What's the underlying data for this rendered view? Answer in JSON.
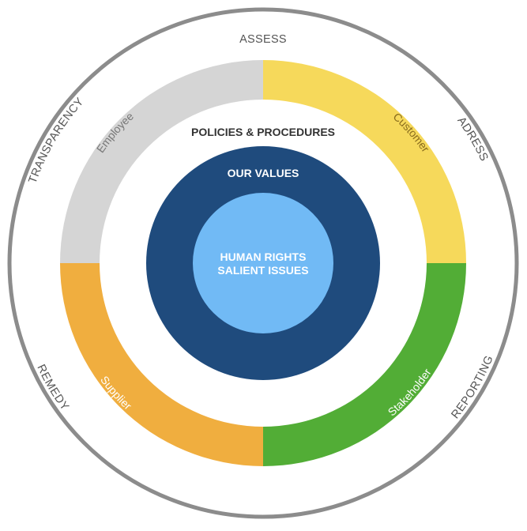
{
  "diagram": {
    "outer_ring_labels": {
      "top": "ASSESS",
      "upper_right": "ADRESS",
      "upper_left": "TRANSPARENCY",
      "lower_right": "REPORTING",
      "lower_left": "REMEDY"
    },
    "segments": {
      "upper_left": {
        "label": "Employee",
        "color": "#d5d5d5",
        "text_color": "#777777"
      },
      "upper_right": {
        "label": "Customer",
        "color": "#f6d95b",
        "text_color": "#8a6d1d"
      },
      "lower_right": {
        "label": "Stakeholder",
        "color": "#52ad36",
        "text_color": "#ffffff"
      },
      "lower_left": {
        "label": "Supplier",
        "color": "#f0ae3f",
        "text_color": "#ffffff"
      }
    },
    "policies_label": "POLICIES & PROCEDURES",
    "values_label": "OUR VALUES",
    "core_line1": "HUMAN RIGHTS",
    "core_line2": "SALIENT ISSUES",
    "colors": {
      "outer_ring": "#8c8c8c",
      "values_circle": "#1f4b7d",
      "core_circle": "#71baf5",
      "dark_text": "#333333"
    }
  }
}
